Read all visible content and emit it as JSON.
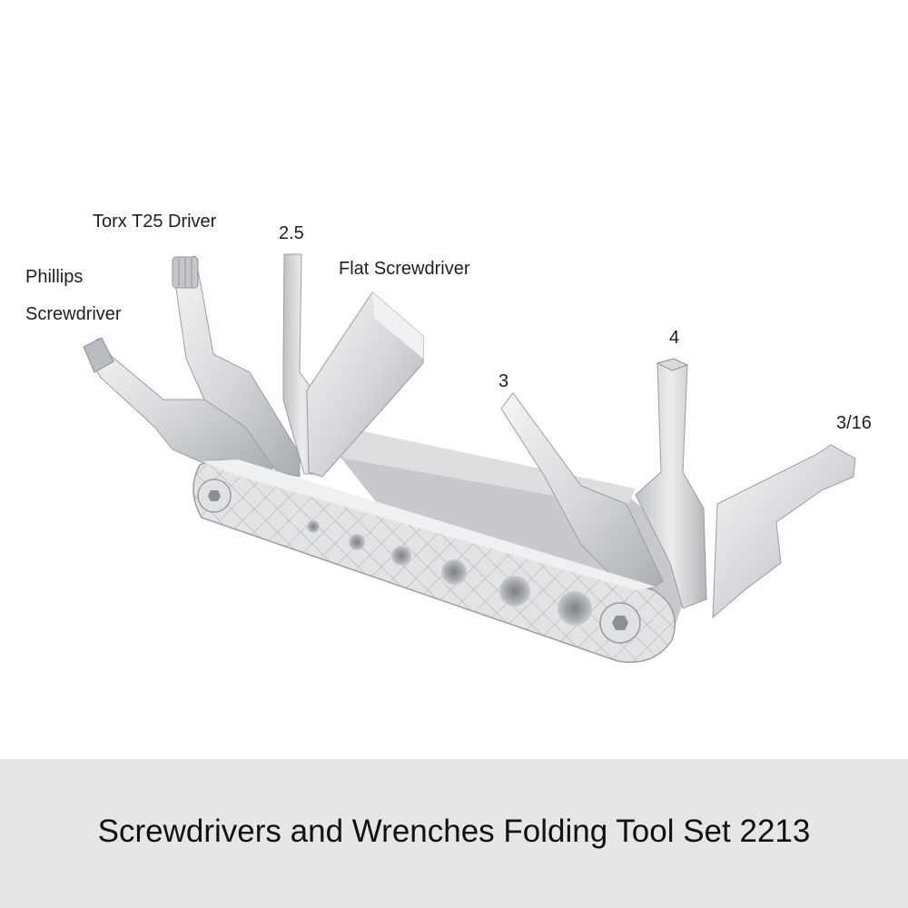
{
  "labels": {
    "phillips_line1": "Phillips",
    "phillips_line2": "Screwdriver",
    "torx": "Torx T25 Driver",
    "hex_2_5": "2.5",
    "flat": "Flat Screwdriver",
    "hex_3": "3",
    "hex_4": "4",
    "hex_3_16": "3/16"
  },
  "footer": {
    "title": "Screwdrivers and Wrenches Folding Tool Set 2213"
  },
  "colors": {
    "metal_light": "#e9eaec",
    "metal_mid": "#cfd1d4",
    "metal_dark": "#9fa2a6",
    "footer_bg": "#e6e6e6"
  }
}
